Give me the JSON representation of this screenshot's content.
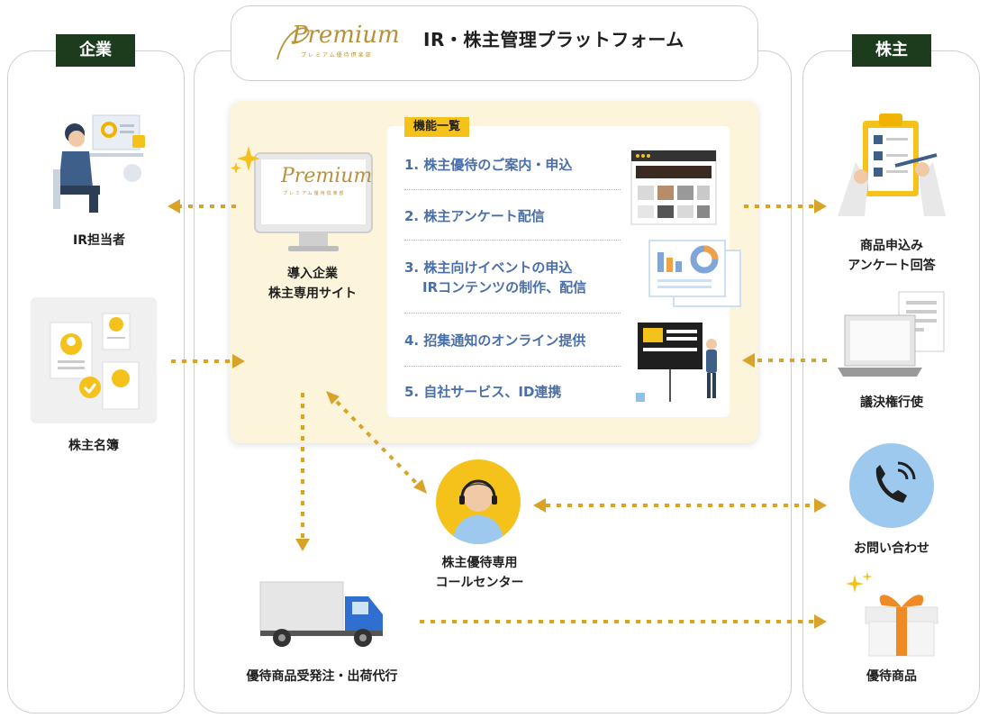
{
  "header": {
    "logo_text": "Premium",
    "logo_sub": "プレミアム優待倶楽部",
    "title": "IR・株主管理プラットフォーム"
  },
  "columns": {
    "left_badge": "企業",
    "right_badge": "株主"
  },
  "left": {
    "ir_label": "IR担当者",
    "registry_label": "株主名簿"
  },
  "center": {
    "site_logo": "Premium",
    "site_logo_sub": "プレミアム優待倶楽部",
    "site_label_line1": "導入企業",
    "site_label_line2": "株主専用サイト",
    "functions_title": "機能一覧",
    "functions": [
      {
        "line1": "1. 株主優待のご案内・申込",
        "line2": ""
      },
      {
        "line1": "2. 株主アンケート配信",
        "line2": ""
      },
      {
        "line1": "3. 株主向けイベントの申込",
        "line2": "IRコンテンツの制作、配信"
      },
      {
        "line1": "4. 招集通知のオンライン提供",
        "line2": ""
      },
      {
        "line1": "5. 自社サービス、ID連携",
        "line2": ""
      }
    ],
    "callcenter_line1": "株主優待専用",
    "callcenter_line2": "コールセンター",
    "shipping_label": "優待商品受発注・出荷代行"
  },
  "right": {
    "apply_line1": "商品申込み",
    "apply_line2": "アンケート回答",
    "vote_label": "議決権行使",
    "inquiry_label": "お問い合わせ",
    "gift_label": "優待商品"
  },
  "colors": {
    "badge_bg": "#1d3b1d",
    "accent_gold": "#d9a32a",
    "panel_bg": "#fdf4dc",
    "function_text": "#4a6fa8",
    "label_yellow": "#f5c21b"
  },
  "icons": [
    "ir-staff-illustration",
    "registry-cards-illustration",
    "monitor-icon",
    "checklist-illustration",
    "laptop-document-illustration",
    "phone-icon",
    "gift-box-icon",
    "truck-icon",
    "operator-headset-icon",
    "sparkle-icon"
  ]
}
